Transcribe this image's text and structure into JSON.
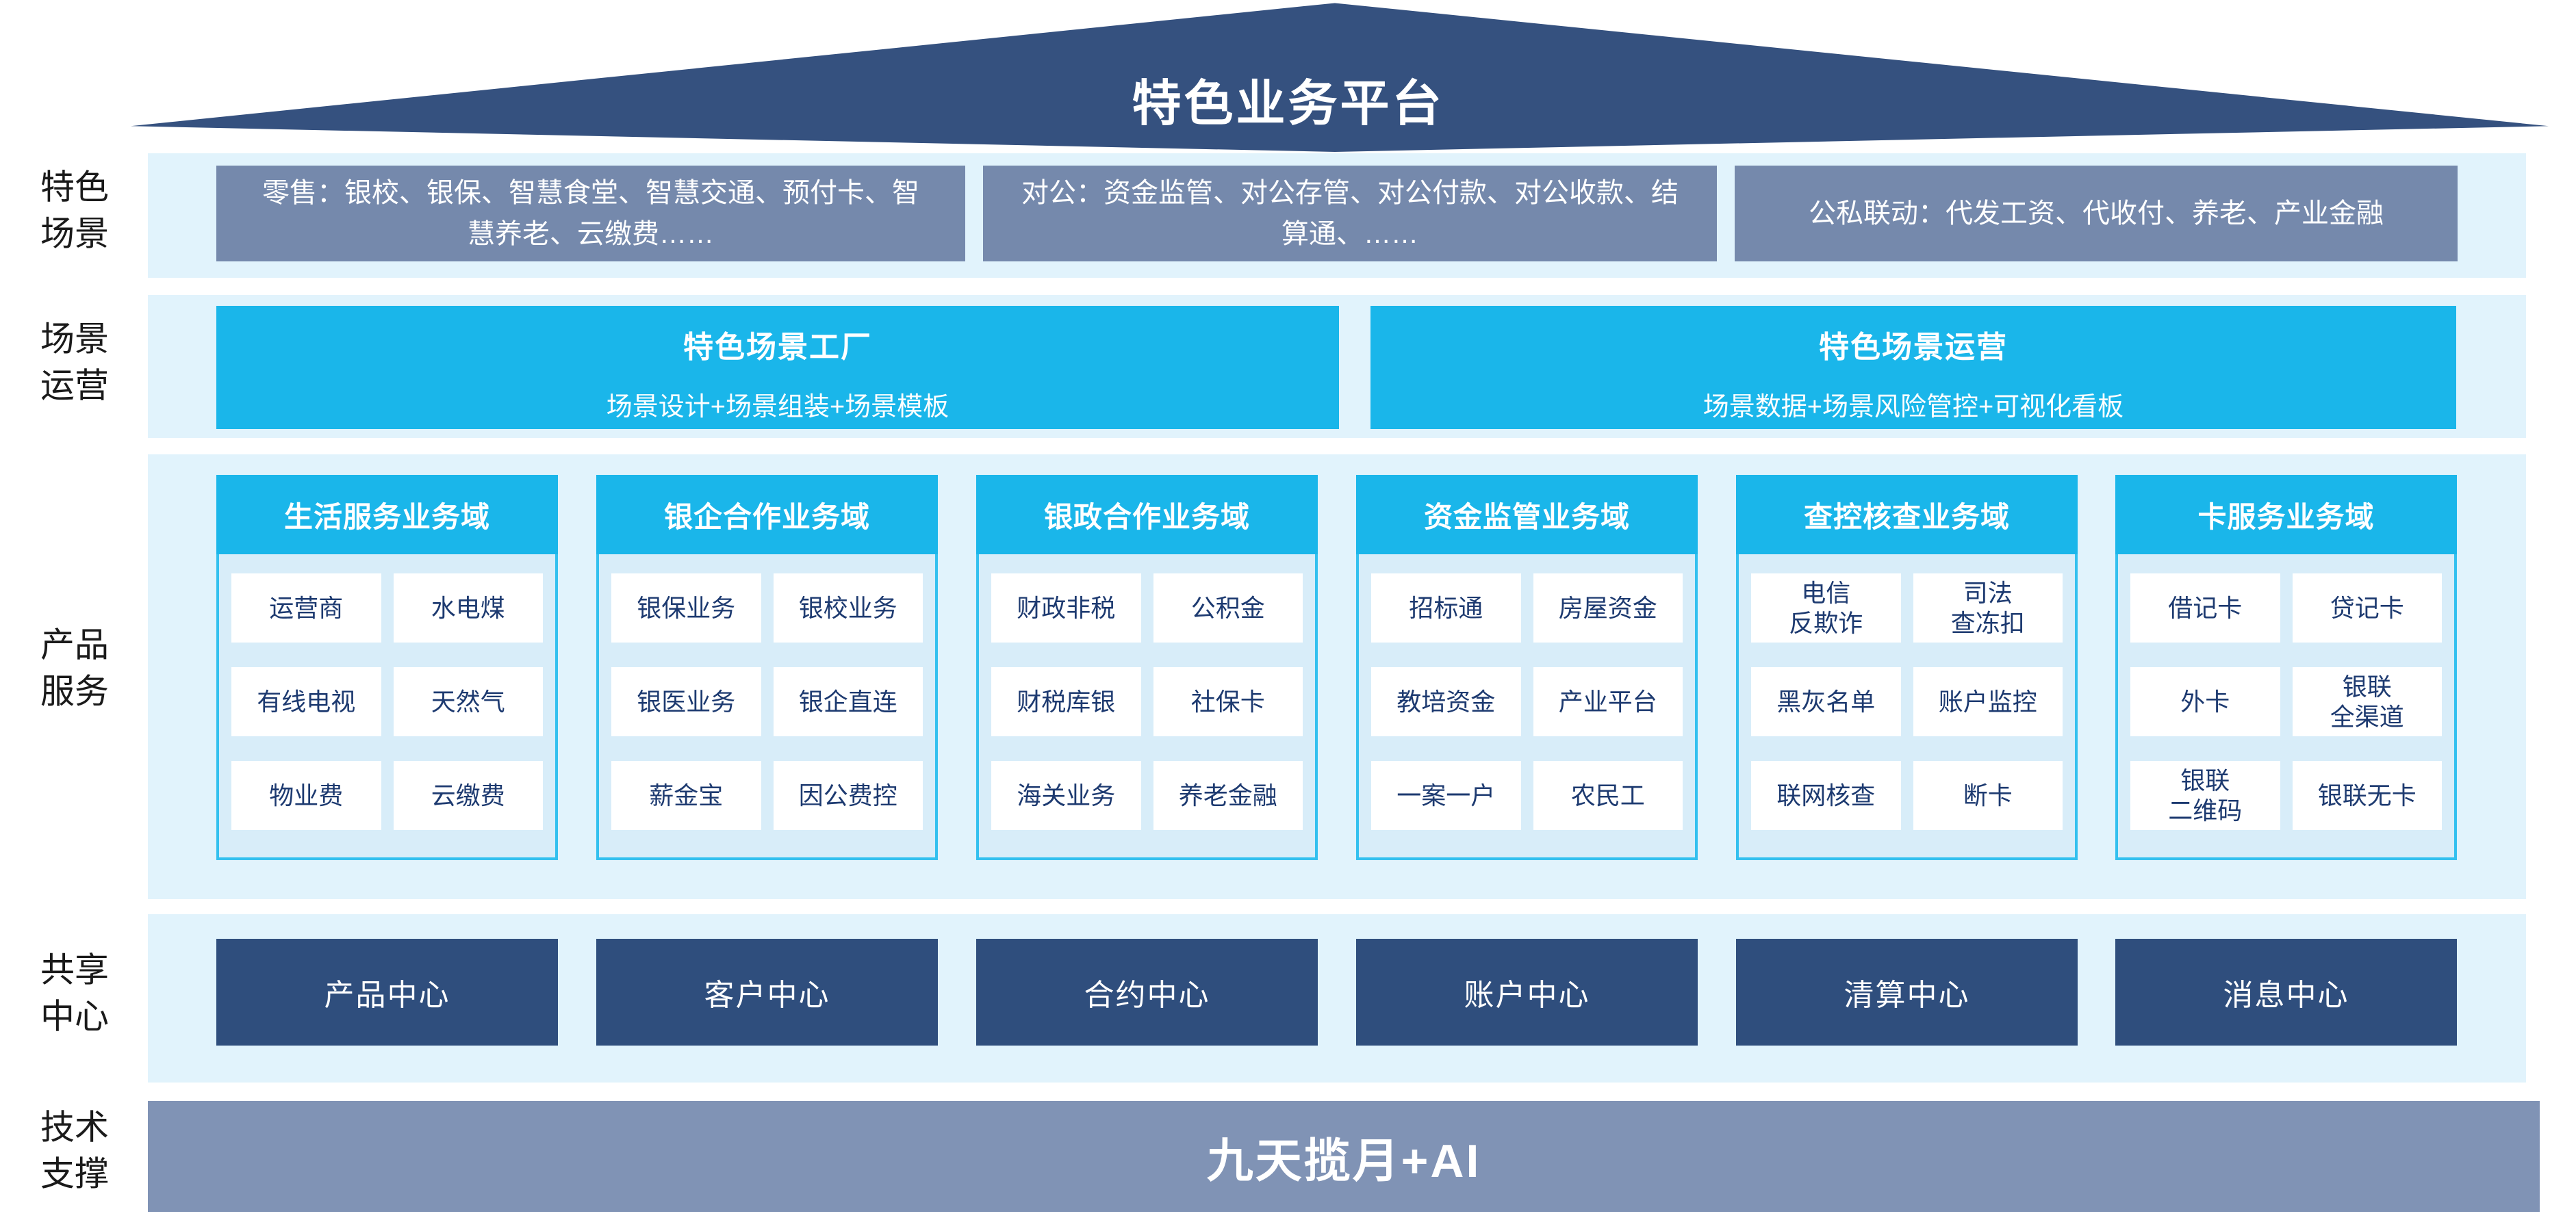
{
  "colors": {
    "navy": "#35517F",
    "cyan": "#1AB6EA",
    "band": "#E1F3FC",
    "gray_box": "#7589AC",
    "column_body": "#D8EDF9",
    "column_border": "#33C0EF",
    "cell_bg": "#FFFFFF",
    "cell_text": "#1D3A70",
    "dark_box": "#2F4E7D",
    "tech_bar": "#8093B5",
    "side_label": "#1A1A1A"
  },
  "roof": {
    "title": "特色业务平台"
  },
  "side_labels": [
    {
      "id": "scene",
      "text": "特色\n场景"
    },
    {
      "id": "operation",
      "text": "场景\n运营"
    },
    {
      "id": "product",
      "text": "产品\n服务"
    },
    {
      "id": "sharing",
      "text": "共享\n中心"
    },
    {
      "id": "tech",
      "text": "技术\n支撑"
    }
  ],
  "scene_row": {
    "boxes": [
      "零售：银校、银保、智慧食堂、智慧交通、预付卡、智慧养老、云缴费……",
      "对公：资金监管、对公存管、对公付款、对公收款、结算通、……",
      "公私联动：代发工资、代收付、养老、产业金融"
    ]
  },
  "operation_row": {
    "boxes": [
      {
        "title": "特色场景工厂",
        "subtitle": "场景设计+场景组装+场景模板"
      },
      {
        "title": "特色场景运营",
        "subtitle": "场景数据+场景风险管控+可视化看板"
      }
    ]
  },
  "product_row": {
    "columns": [
      {
        "header": "生活服务业务域",
        "cells": [
          "运营商",
          "水电煤",
          "有线电视",
          "天然气",
          "物业费",
          "云缴费"
        ]
      },
      {
        "header": "银企合作业务域",
        "cells": [
          "银保业务",
          "银校业务",
          "银医业务",
          "银企直连",
          "薪金宝",
          "因公费控"
        ]
      },
      {
        "header": "银政合作业务域",
        "cells": [
          "财政非税",
          "公积金",
          "财税库银",
          "社保卡",
          "海关业务",
          "养老金融"
        ]
      },
      {
        "header": "资金监管业务域",
        "cells": [
          "招标通",
          "房屋资金",
          "教培资金",
          "产业平台",
          "一案一户",
          "农民工"
        ]
      },
      {
        "header": "查控核查业务域",
        "cells": [
          "电信\n反欺诈",
          "司法\n查冻扣",
          "黑灰名单",
          "账户监控",
          "联网核查",
          "断卡"
        ]
      },
      {
        "header": "卡服务业务域",
        "cells": [
          "借记卡",
          "贷记卡",
          "外卡",
          "银联\n全渠道",
          "银联\n二维码",
          "银联无卡"
        ]
      }
    ]
  },
  "center_row": {
    "boxes": [
      "产品中心",
      "客户中心",
      "合约中心",
      "账户中心",
      "清算中心",
      "消息中心"
    ]
  },
  "tech_row": {
    "title": "九天揽月+AI"
  }
}
